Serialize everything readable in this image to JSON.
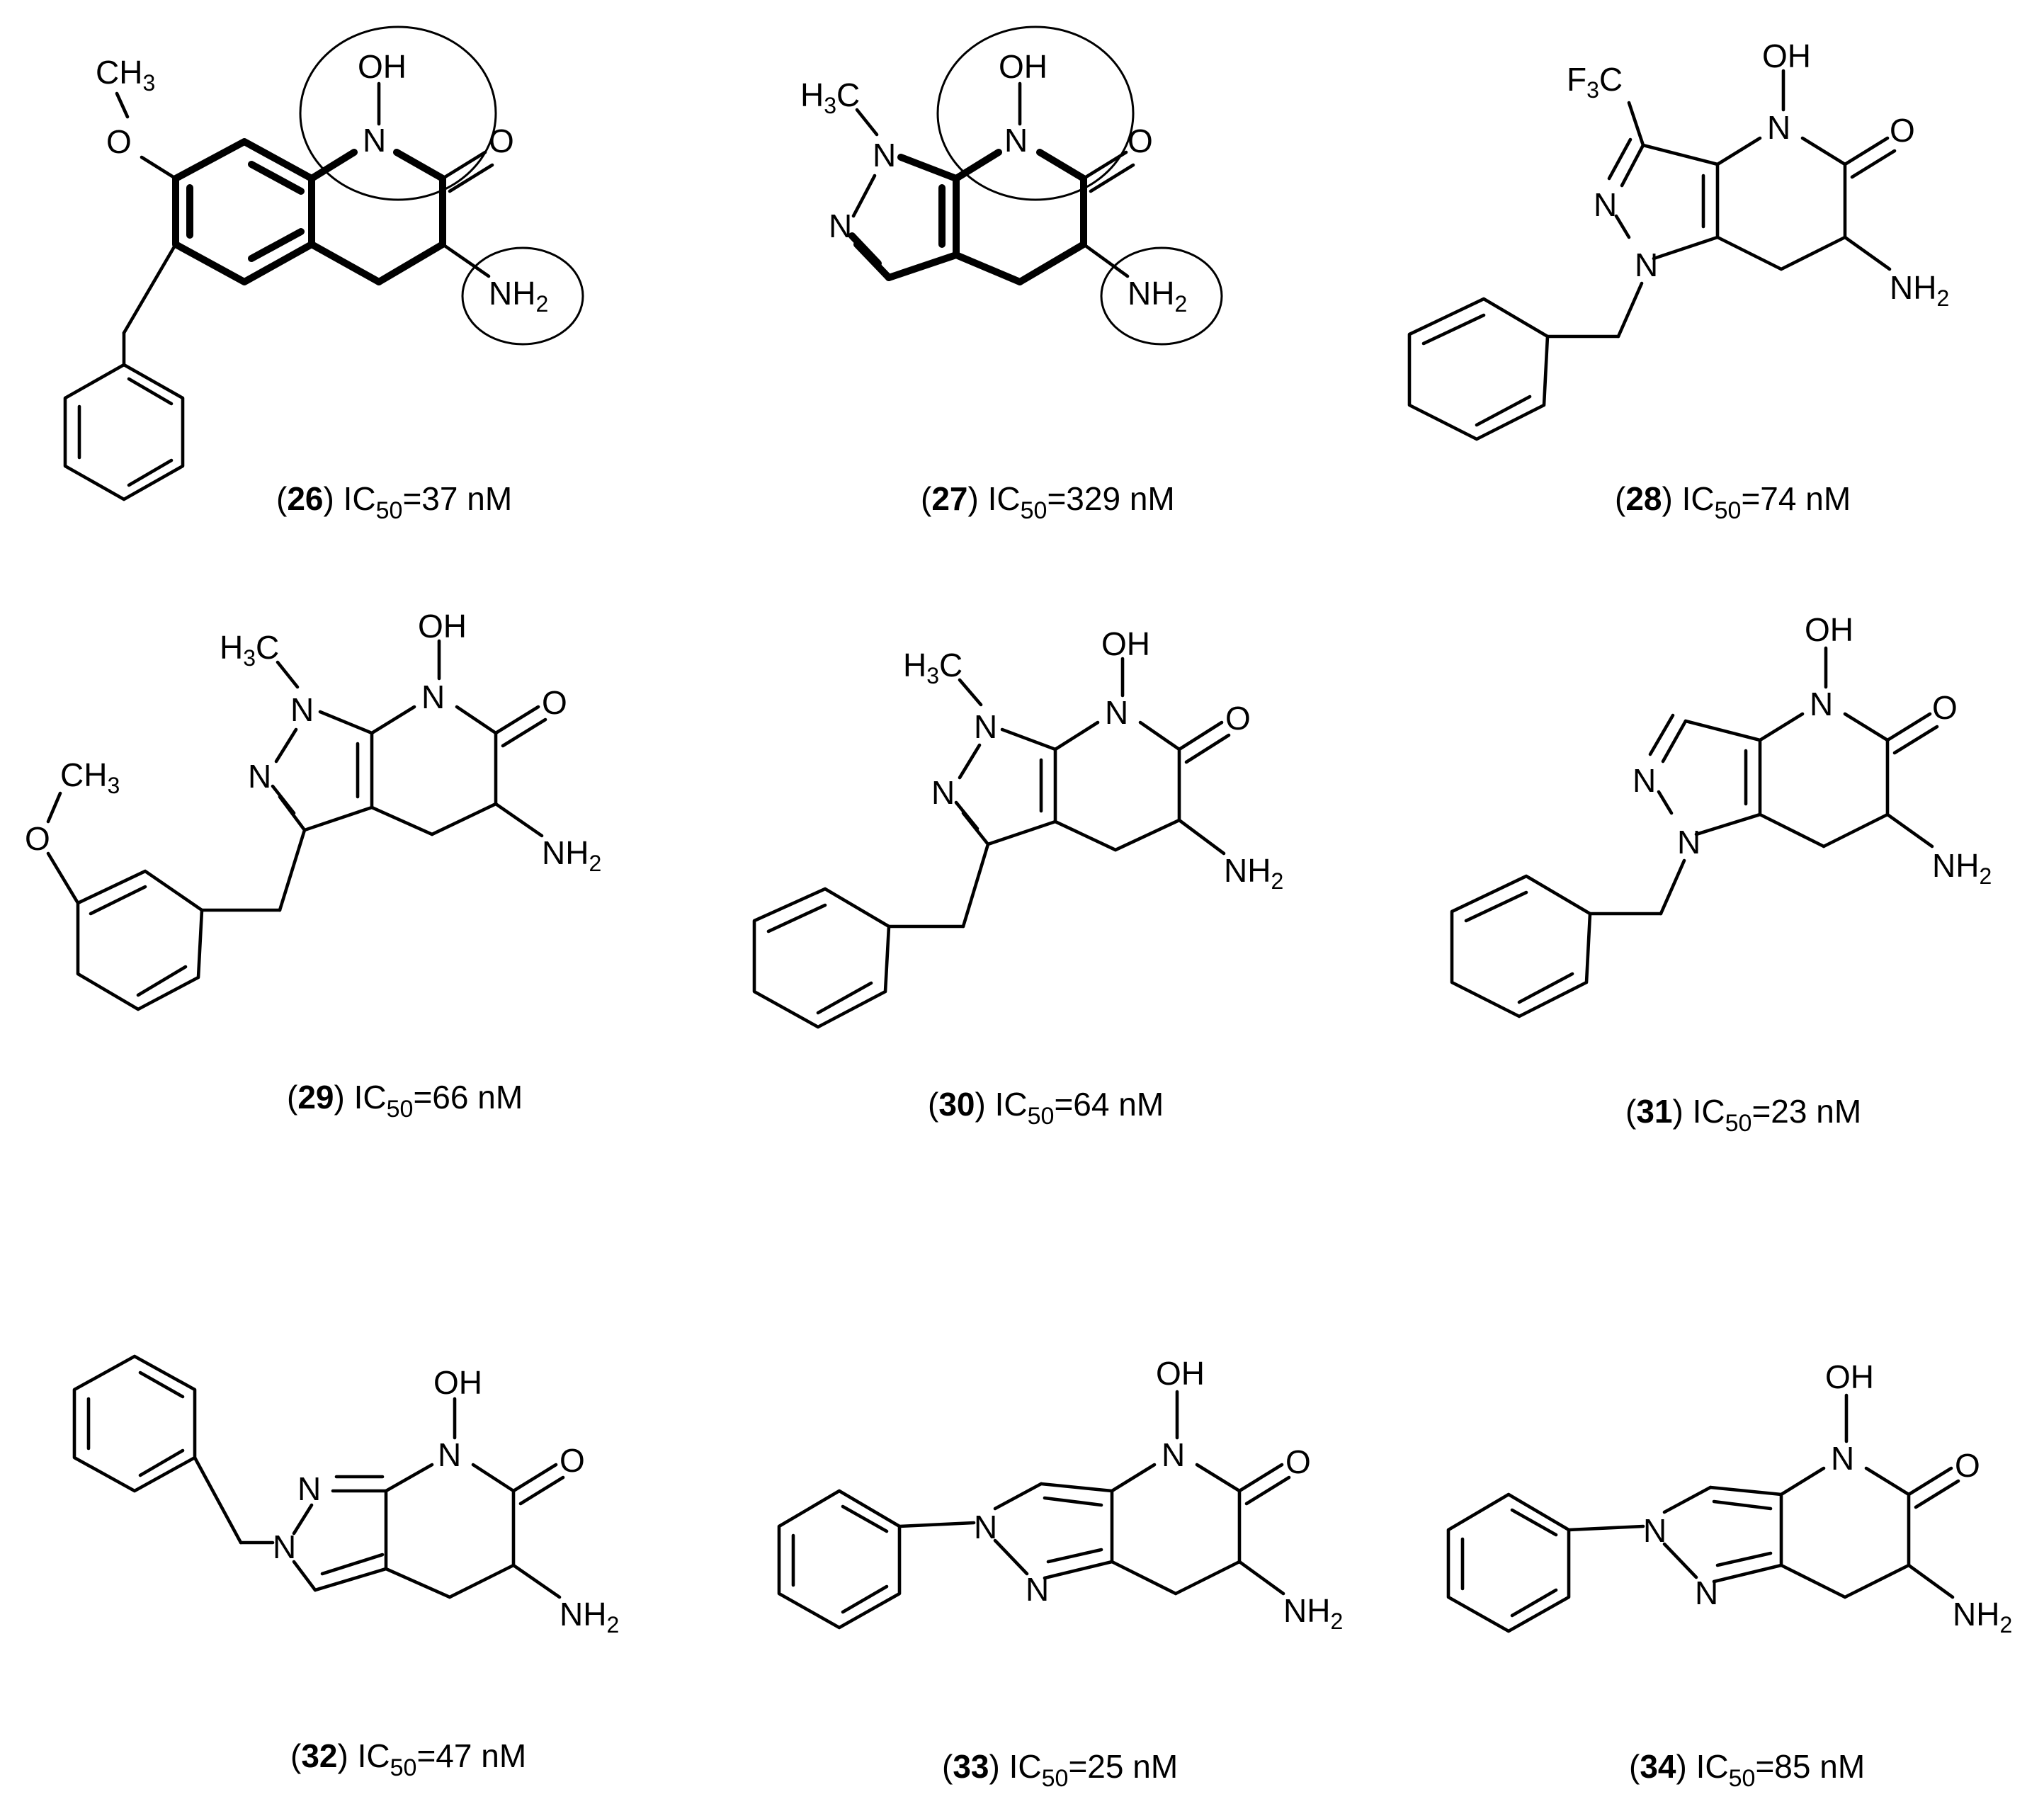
{
  "labels": {
    "oh": "OH",
    "o": "O",
    "n": "N",
    "nh": "NH",
    "h": "H",
    "c": "C",
    "f": "F",
    "ch": "CH",
    "sub2": "2",
    "sub3": "3"
  },
  "compounds": [
    {
      "id": "26",
      "ic50_label": "IC",
      "ic50_sub": "50",
      "value": "=37 nM"
    },
    {
      "id": "27",
      "ic50_label": "IC",
      "ic50_sub": "50",
      "value": "=329 nM"
    },
    {
      "id": "28",
      "ic50_label": "IC",
      "ic50_sub": "50",
      "value": "=74 nM"
    },
    {
      "id": "29",
      "ic50_label": "IC",
      "ic50_sub": "50",
      "value": "=66 nM"
    },
    {
      "id": "30",
      "ic50_label": "IC",
      "ic50_sub": "50",
      "value": "=64 nM"
    },
    {
      "id": "31",
      "ic50_label": "IC",
      "ic50_sub": "50",
      "value": "=23 nM"
    },
    {
      "id": "32",
      "ic50_label": "IC",
      "ic50_sub": "50",
      "value": "=47 nM"
    },
    {
      "id": "33",
      "ic50_label": "IC",
      "ic50_sub": "50",
      "value": "=25 nM"
    },
    {
      "id": "34",
      "ic50_label": "IC",
      "ic50_sub": "50",
      "value": "=85 nM"
    }
  ]
}
